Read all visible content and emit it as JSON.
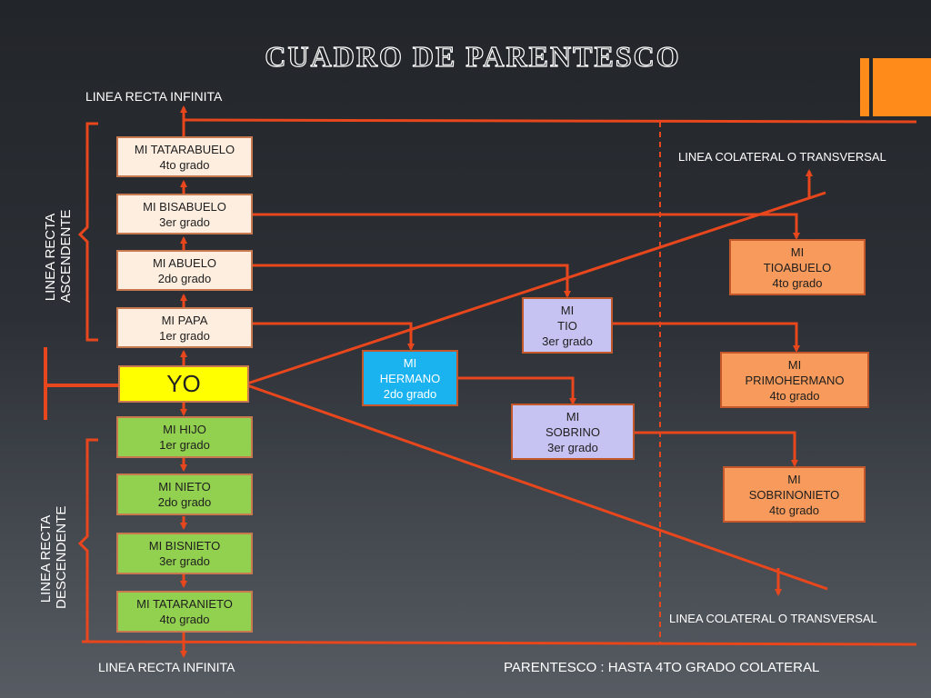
{
  "title": "CUADRO DE PARENTESCO",
  "labels": {
    "top_infinite": "LINEA RECTA INFINITA",
    "bottom_infinite": "LINEA RECTA INFINITA",
    "collateral_top": "LINEA COLATERAL O TRANSVERSAL",
    "collateral_bottom": "LINEA COLATERAL O TRANSVERSAL",
    "footer": "PARENTESCO : HASTA 4TO GRADO COLATERAL",
    "ascendente_1": "LINEA RECTA",
    "ascendente_2": "ASCENDENTE",
    "descendente_1": "LINEA RECTA",
    "descendente_2": "DESCENDENTE"
  },
  "ascendants": [
    {
      "name": "MI TATARABUELO",
      "grade": "4to grado"
    },
    {
      "name": "MI BISABUELO",
      "grade": "3er grado"
    },
    {
      "name": "MI ABUELO",
      "grade": "2do grado"
    },
    {
      "name": "MI PAPA",
      "grade": "1er grado"
    }
  ],
  "self": "YO",
  "descendants": [
    {
      "name": "MI HIJO",
      "grade": "1er grado"
    },
    {
      "name": "MI NIETO",
      "grade": "2do grado"
    },
    {
      "name": "MI BISNIETO",
      "grade": "3er grado"
    },
    {
      "name": "MI TATARANIETO",
      "grade": "4to grado"
    }
  ],
  "collaterals": {
    "hermano": {
      "l1": "MI",
      "l2": "HERMANO",
      "grade": "2do grado"
    },
    "tio": {
      "l1": "MI",
      "l2": "TIO",
      "grade": "3er grado"
    },
    "sobrino": {
      "l1": "MI",
      "l2": "SOBRINO",
      "grade": "3er grado"
    },
    "tioabuelo": {
      "l1": "MI",
      "l2": "TIOABUELO",
      "grade": "4to grado"
    },
    "primohermano": {
      "l1": "MI",
      "l2": "PRIMOHERMANO",
      "grade": "4to grado"
    },
    "sobrinonieto": {
      "l1": "MI",
      "l2": "SOBRINONIETO",
      "grade": "4to grado"
    }
  },
  "colors": {
    "line": "#e8461c",
    "accent": "#ff8c1a"
  }
}
